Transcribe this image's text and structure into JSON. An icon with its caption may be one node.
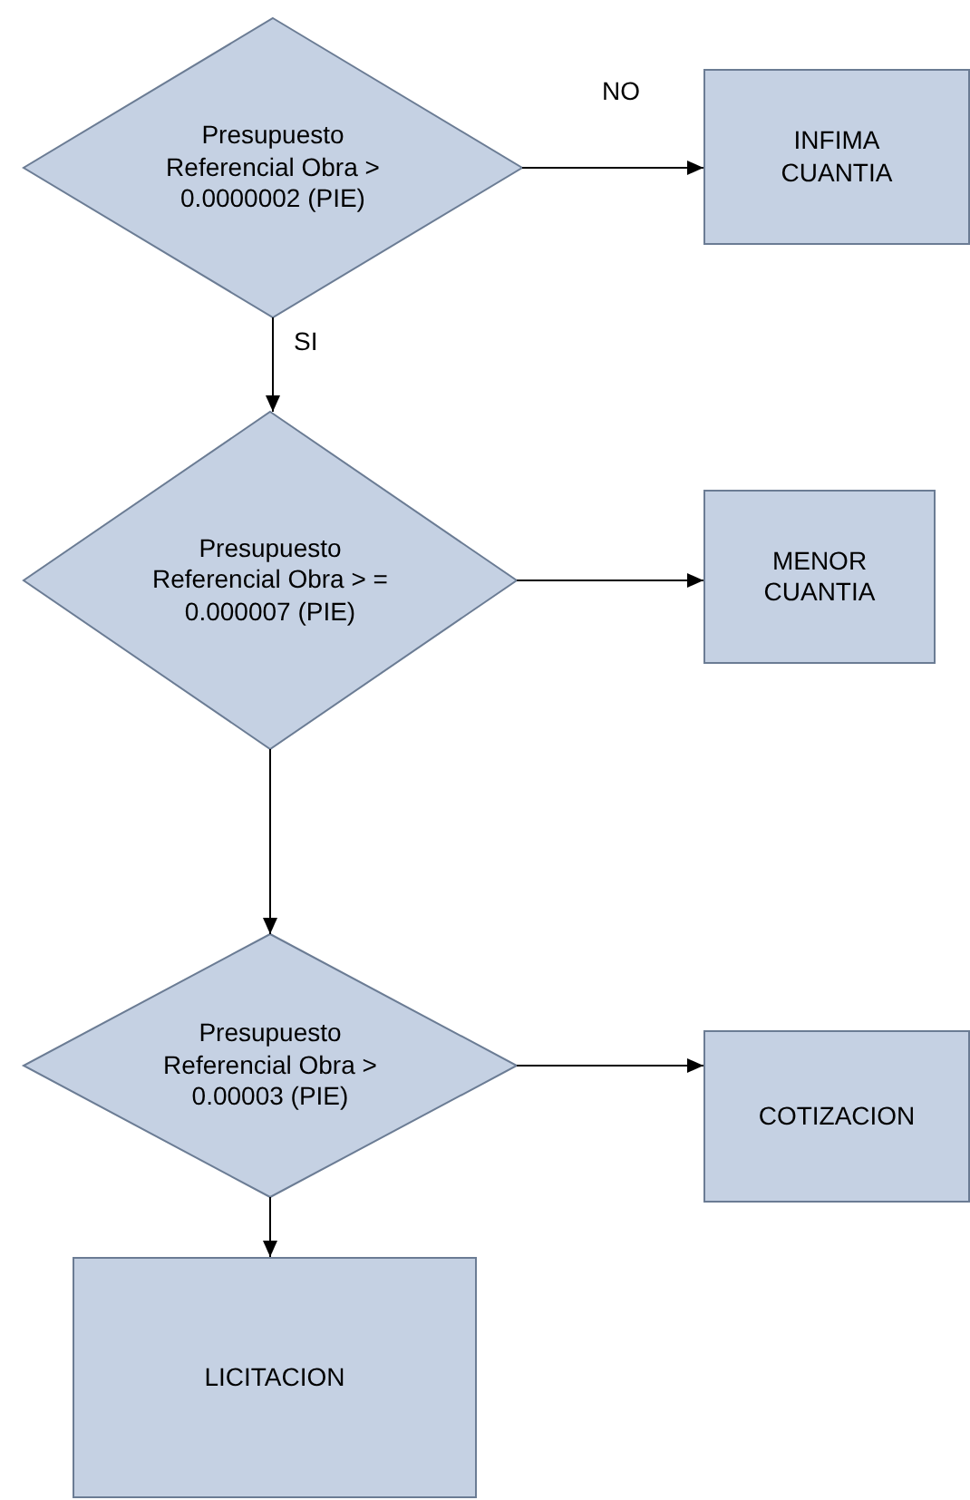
{
  "diagram": {
    "nodes": [
      {
        "text": [
          "Presupuesto Referencial Obra > 0.0000002 (PIE)"
        ]
      },
      {
        "text": [
          "INFIMA CUANTIA"
        ]
      },
      {
        "text": [
          "Presupuesto Referencial Obra > = 0.000007 (PIE)"
        ]
      },
      {
        "text": [
          "MENOR CUANTIA"
        ]
      },
      {
        "text": [
          "Presupuesto Referencial Obra > 0.00003 (PIE)"
        ]
      },
      {
        "text": [
          "COTIZACION"
        ]
      },
      {
        "text": [
          "LICITACION"
        ]
      }
    ],
    "edges": [
      {
        "from": 0,
        "to": 1,
        "arrow": "to",
        "label": "NO"
      },
      {
        "from": 0,
        "to": 2,
        "arrow": "to",
        "label": "SI"
      },
      {
        "from": 2,
        "to": 3,
        "arrow": "to"
      },
      {
        "from": 2,
        "to": 4,
        "arrow": "to"
      },
      {
        "from": 4,
        "to": 5,
        "arrow": "to"
      },
      {
        "from": 4,
        "to": 6,
        "arrow": "to"
      }
    ]
  }
}
